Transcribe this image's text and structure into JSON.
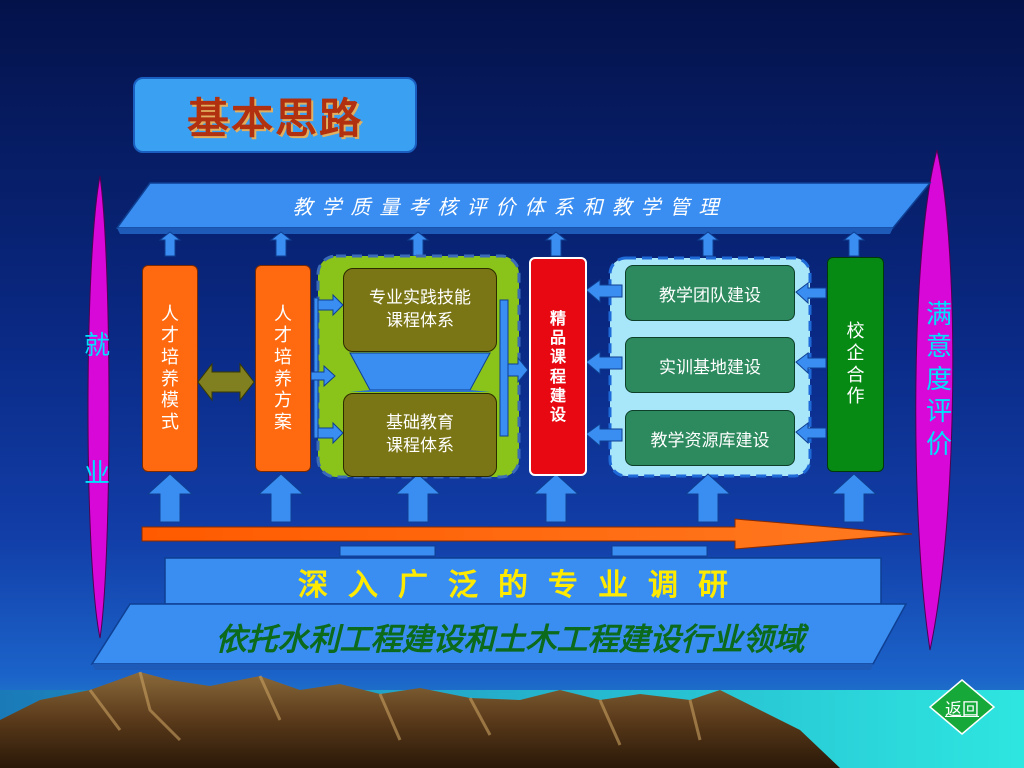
{
  "title": "基本思路",
  "top_bar": "教学质量考核评价体系和教学管理",
  "left_side": [
    "就",
    "业"
  ],
  "right_side": [
    "满",
    "意",
    "度",
    "评",
    "价"
  ],
  "boxes": {
    "talent_model": [
      "人",
      "才",
      "培",
      "养",
      "模",
      "式"
    ],
    "talent_plan": [
      "人",
      "才",
      "培",
      "养",
      "方",
      "案"
    ],
    "practice_course": [
      "专业实践技能",
      "课程体系"
    ],
    "basic_course": [
      "基础教育",
      "课程体系"
    ],
    "quality_course": [
      "精",
      "品",
      "课",
      "程",
      "建",
      "设"
    ],
    "team": "教学团队建设",
    "training_base": "实训基地建设",
    "resource_lib": "教学资源库建设",
    "school_enterprise": [
      "校",
      "企",
      "合",
      "作"
    ]
  },
  "research_bar": "深入广泛的专业调研",
  "base_bar": "依托水利工程建设和土木工程建设行业领域",
  "back_button": "返回",
  "colors": {
    "title_box": "#3aa0f2",
    "panel": "#3a8ef2",
    "orange": "#ff6a10",
    "olive": "#7b7615",
    "red": "#e80812",
    "teal": "#2c8a5e",
    "green": "#068a14",
    "magenta": "#d808d8",
    "arrow": "#ff6a10"
  }
}
